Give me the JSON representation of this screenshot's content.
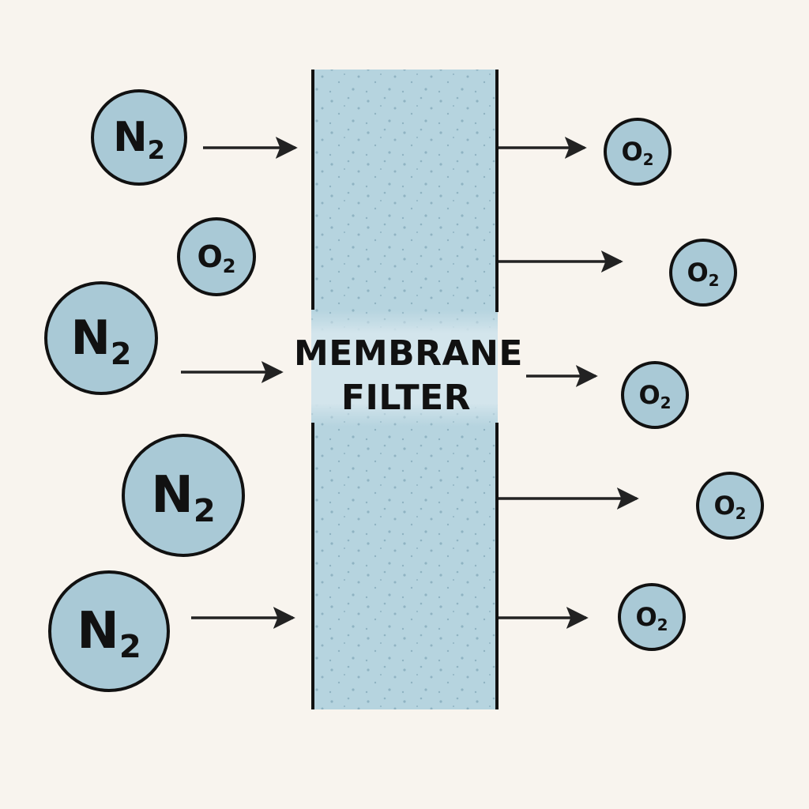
{
  "membrane": {
    "label_line1": "MEMBRANE",
    "label_line2": "FILTER"
  },
  "molecules": {
    "nitrogen": "N",
    "oxygen": "O",
    "subscript": "2"
  },
  "colors": {
    "background": "#f8f4ee",
    "membrane_fill": "#b6d4df",
    "molecule_fill": "#a9c9d6",
    "outline": "#111111",
    "arrow": "#222222"
  }
}
